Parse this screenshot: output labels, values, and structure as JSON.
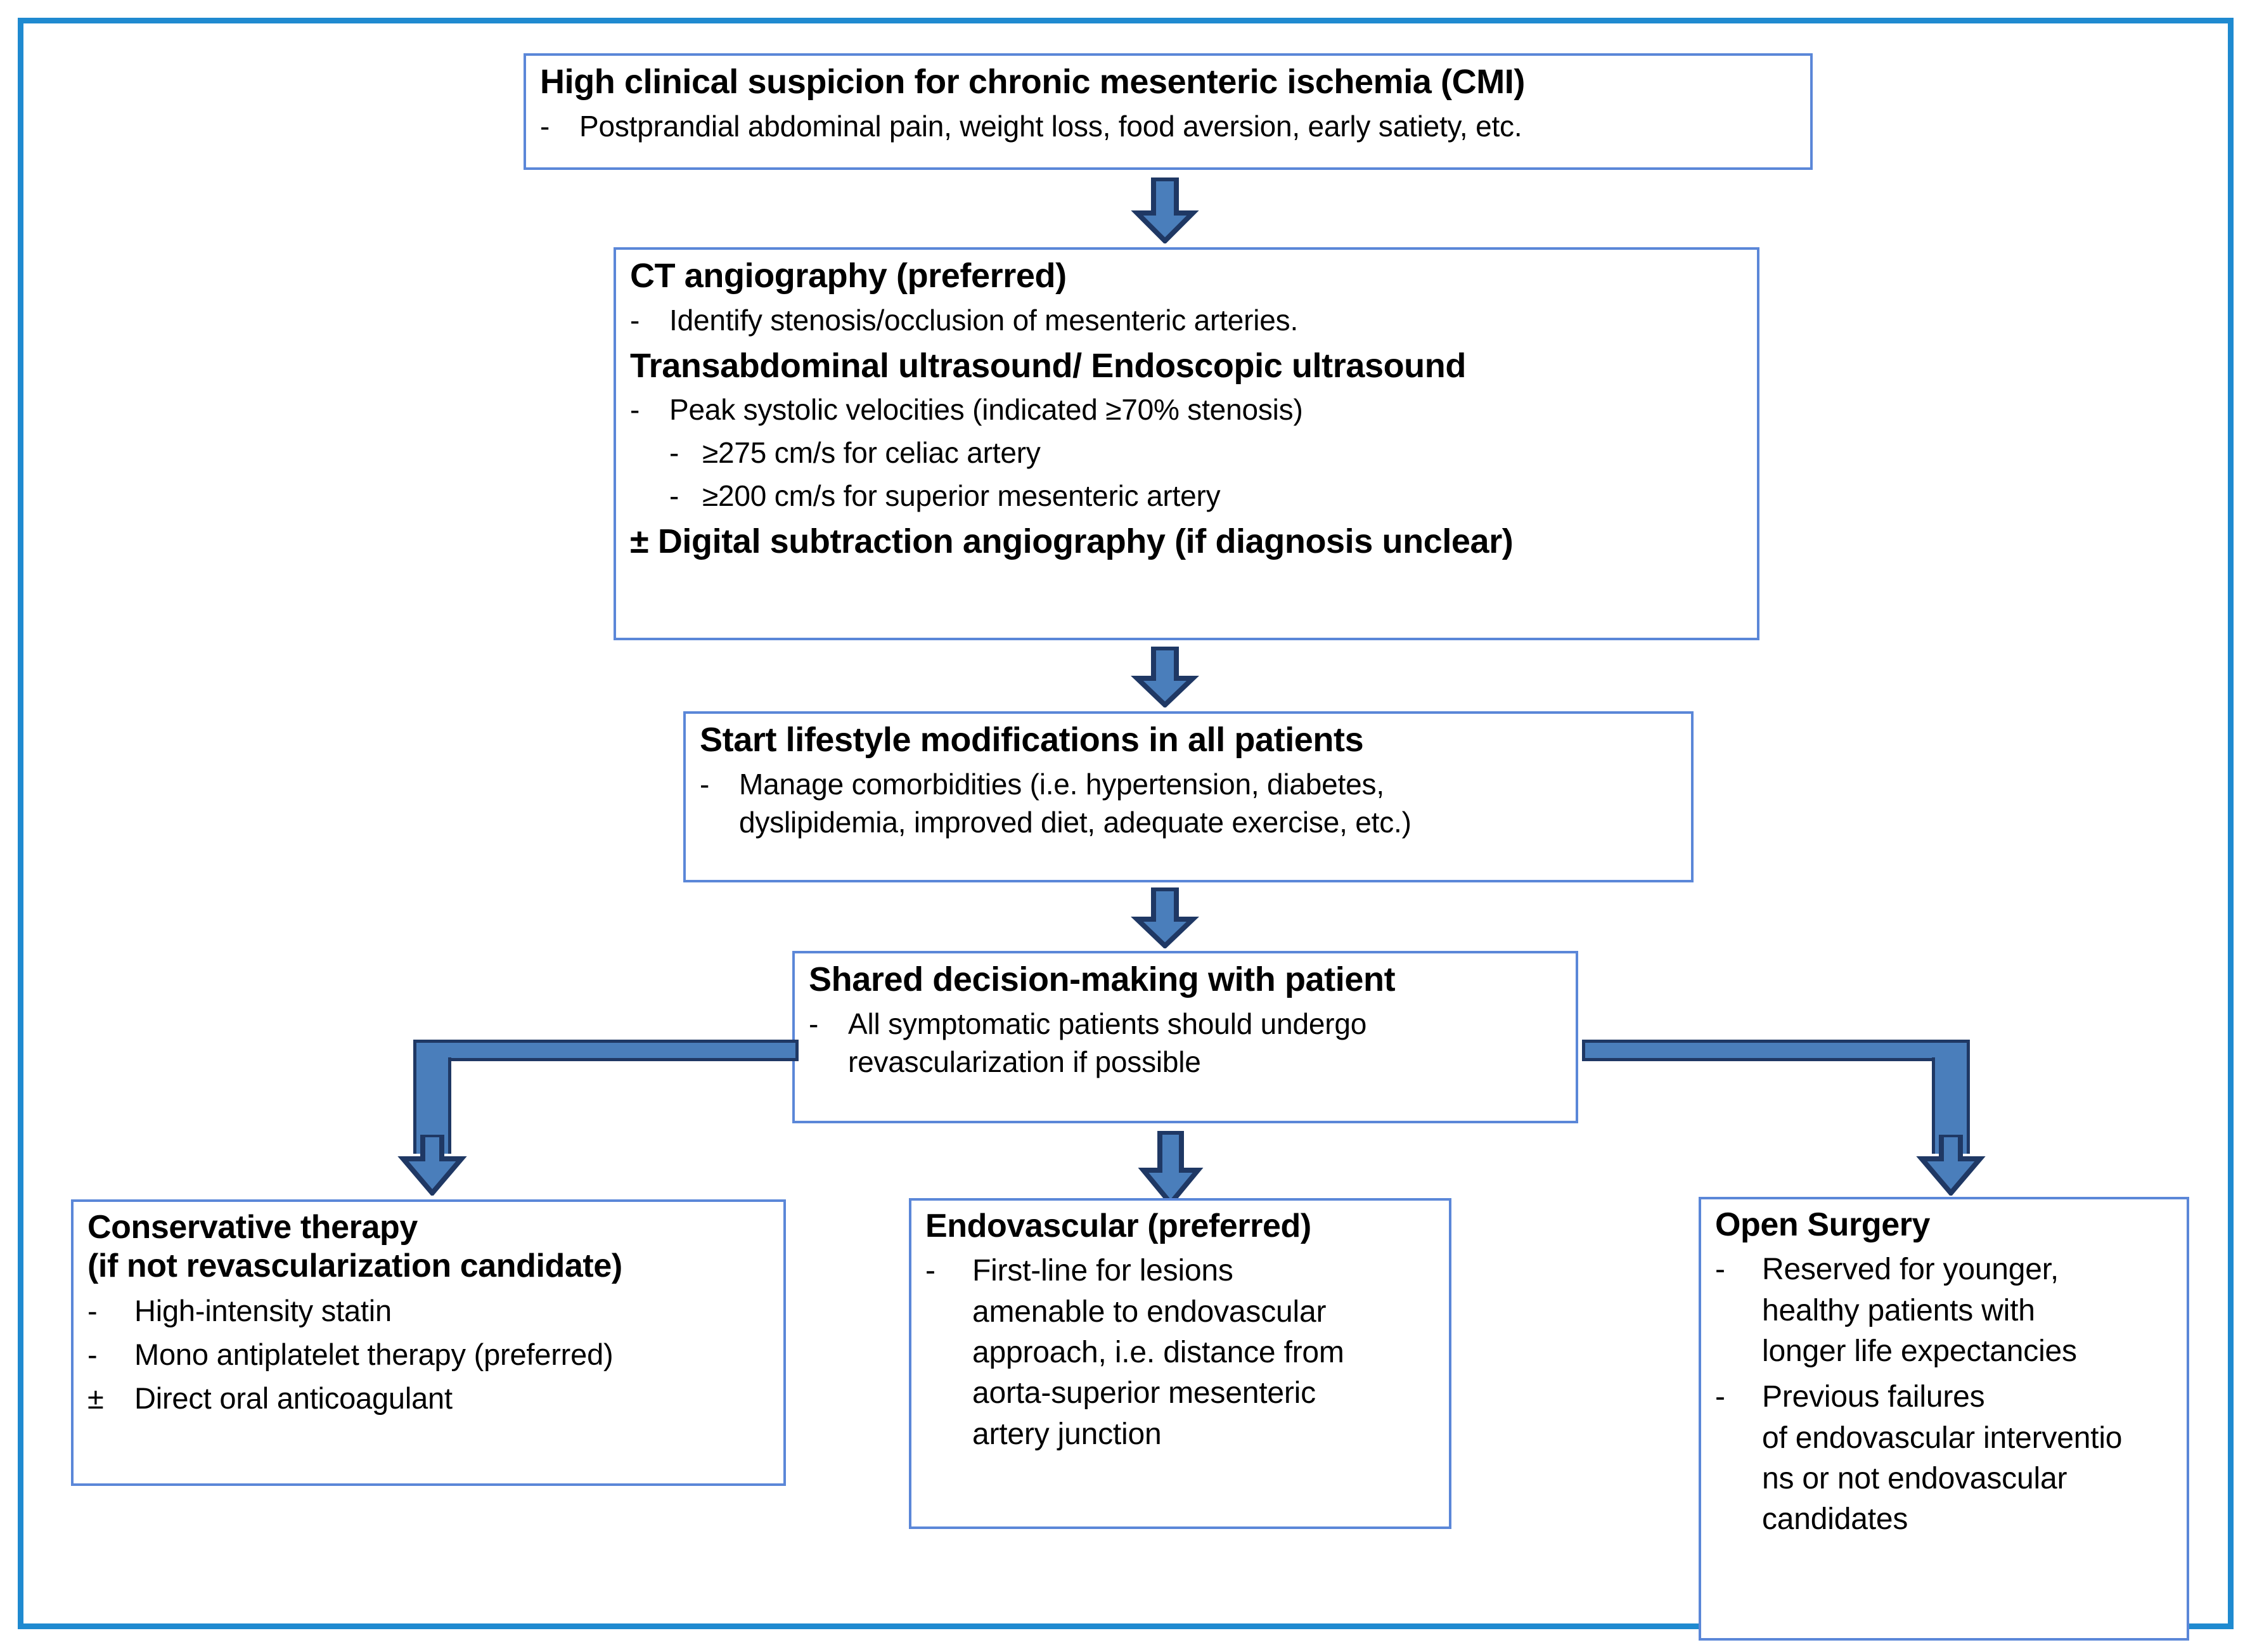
{
  "figure": {
    "kind": "clinical-management-flowchart",
    "frame_color": "#1F8AD0",
    "box_border_color": "#5B87D8",
    "arrow_fill_color": "#4A7EBB",
    "arrow_outline_color": "#1F3864"
  },
  "nodes": {
    "suspicion": {
      "title": "High clinical suspicion for chronic mesenteric ischemia (CMI)",
      "bullets": [
        {
          "marker": "-",
          "text": "Postprandial abdominal pain, weight loss, food aversion, early satiety, etc."
        }
      ]
    },
    "imaging": {
      "title": "CT angiography (preferred)",
      "bullets_a": [
        {
          "marker": "-",
          "text": "Identify stenosis/occlusion of mesenteric arteries."
        }
      ],
      "section_title": "Transabdominal ultrasound/ Endoscopic ultrasound",
      "bullets_b": [
        {
          "marker": "-",
          "text": "Peak systolic velocities (indicated ≥70% stenosis)"
        },
        {
          "marker": "-",
          "text": "≥275 cm/s for celiac artery",
          "sub": true
        },
        {
          "marker": "-",
          "text": "≥200 cm/s for superior mesenteric artery",
          "sub": true
        }
      ],
      "footer_title": "± Digital subtraction angiography (if diagnosis unclear)"
    },
    "lifestyle": {
      "title": "Start lifestyle modifications in all patients",
      "bullets": [
        {
          "marker": "-",
          "text": "Manage comorbidities (i.e. hypertension, diabetes,\ndyslipidemia, improved diet, adequate exercise, etc.)"
        }
      ]
    },
    "shared": {
      "title": "Shared decision-making with patient",
      "bullets": [
        {
          "marker": "-",
          "text": "All symptomatic patients should undergo\nrevascularization if possible"
        }
      ]
    },
    "conservative": {
      "title": "Conservative therapy\n(if not revascularization candidate)",
      "bullets": [
        {
          "marker": "-",
          "text": "High-intensity statin"
        },
        {
          "marker": "-",
          "text": "Mono antiplatelet therapy (preferred)"
        },
        {
          "marker": "±",
          "text": "Direct oral anticoagulant"
        }
      ]
    },
    "endovascular": {
      "title": "Endovascular (preferred)",
      "bullets": [
        {
          "marker": "-",
          "text": "First-line for lesions\namenable to endovascular\napproach, i.e. distance from\naorta-superior mesenteric\nartery junction"
        }
      ]
    },
    "open_surgery": {
      "title": "Open Surgery",
      "bullets": [
        {
          "marker": "-",
          "text": "Reserved for younger,\nhealthy patients with\nlonger life expectancies"
        },
        {
          "marker": "-",
          "text": "Previous failures\nof endovascular  interventio\nns or not endovascular\ncandidates"
        }
      ]
    }
  },
  "connectors": [
    {
      "name": "suspicion-to-imaging",
      "type": "down-arrow"
    },
    {
      "name": "imaging-to-lifestyle",
      "type": "down-arrow"
    },
    {
      "name": "lifestyle-to-shared",
      "type": "down-arrow"
    },
    {
      "name": "shared-to-conservative",
      "type": "elbow-left-down-arrow"
    },
    {
      "name": "shared-to-endovascular",
      "type": "down-arrow"
    },
    {
      "name": "shared-to-open-surgery",
      "type": "elbow-right-down-arrow"
    }
  ]
}
